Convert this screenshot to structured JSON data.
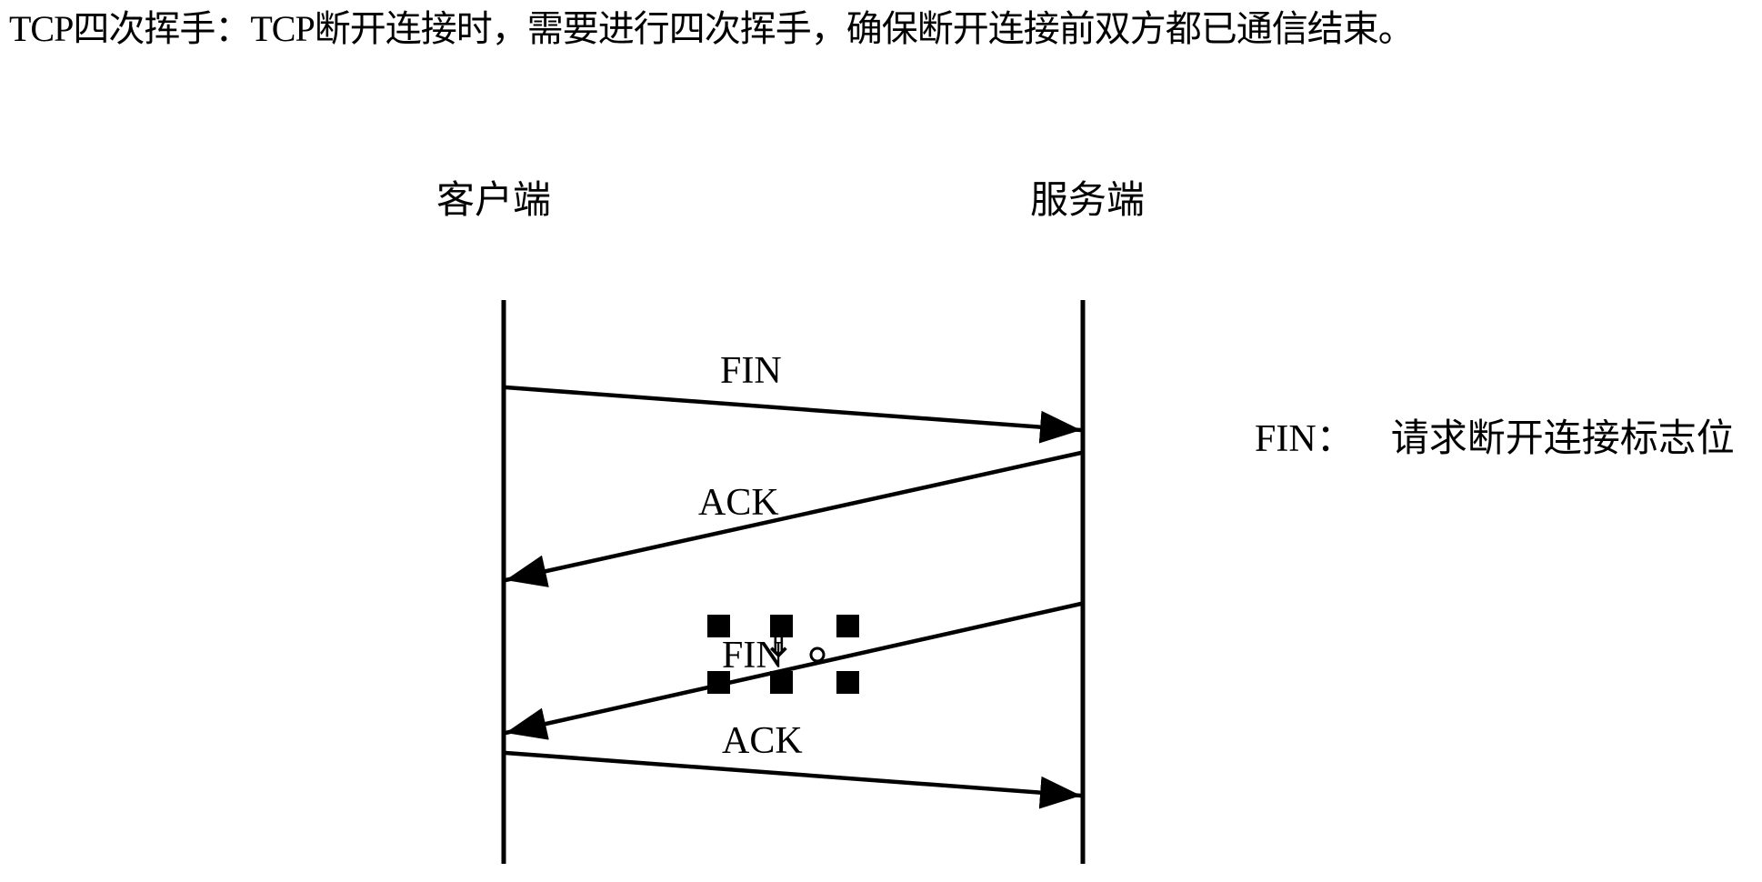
{
  "heading": "TCP四次挥手：TCP断开连接时，需要进行四次挥手，确保断开连接前双方都已通信结束。",
  "actors": {
    "client": "客户端",
    "server": "服务端"
  },
  "messages": [
    {
      "label": "FIN",
      "from": "client",
      "to": "server"
    },
    {
      "label": "ACK",
      "from": "server",
      "to": "client"
    },
    {
      "label": "FIN",
      "from": "server",
      "to": "client"
    },
    {
      "label": "ACK",
      "from": "client",
      "to": "server"
    }
  ],
  "legend": {
    "term": "FIN：",
    "definition": "请求断开连接标志位"
  },
  "selection": {
    "state": "selected",
    "target": "messages.2.label",
    "icons": [
      "selection-handle-icon",
      "move-cursor-icon"
    ]
  }
}
